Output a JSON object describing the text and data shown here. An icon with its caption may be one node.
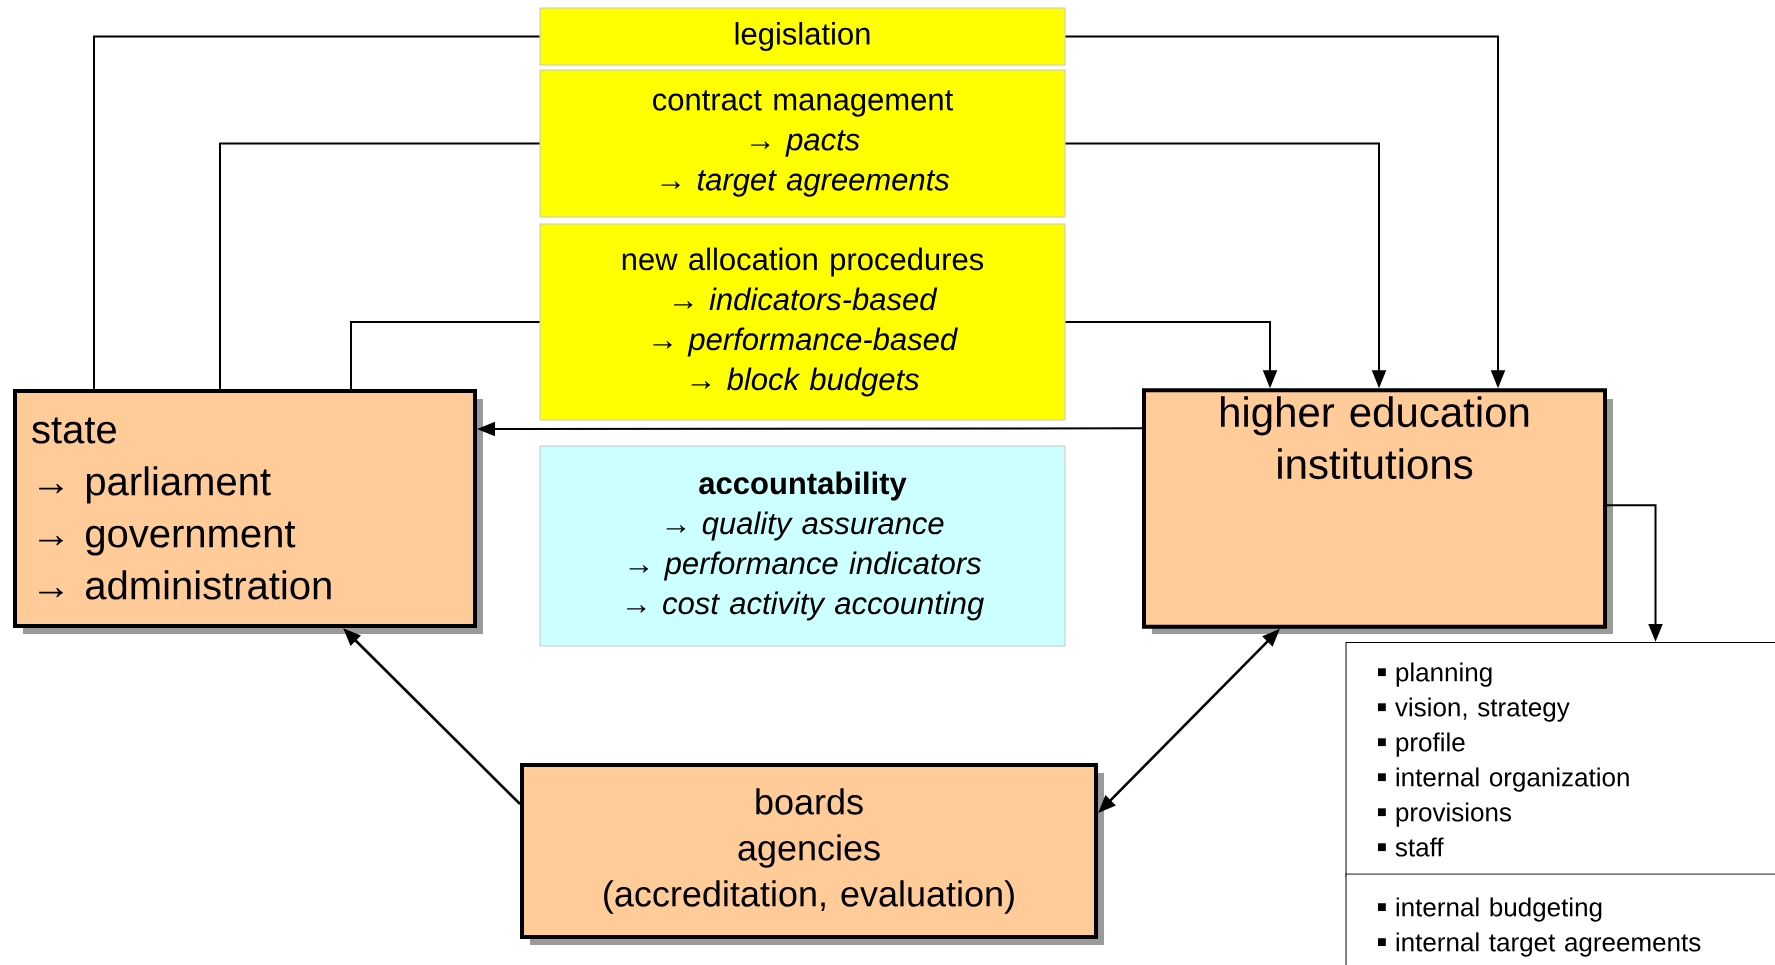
{
  "diagram": {
    "nodes": [
      {
        "text": [
          "legislation"
        ]
      },
      {
        "text": [
          "contract management",
          "→ *pacts*",
          "→ *target agreements*"
        ]
      },
      {
        "text": [
          "new allocation procedures",
          "→ *indicators-based*",
          "→ *performance-based*",
          "→ *block budgets*"
        ]
      },
      {
        "text": [
          "state",
          "→ parliament",
          "→ government",
          "→ administration"
        ]
      },
      {
        "text": [
          "higher education institutions"
        ]
      },
      {
        "text": [
          "accountability",
          "→ *quality assurance*",
          "→ *performance indicators*",
          "→ *cost activity accounting*"
        ]
      },
      {
        "text": [
          "boards",
          "agencies",
          "(accreditation, evaluation)"
        ]
      },
      {
        "text": [
          "planning",
          "vision, strategy",
          "profile",
          "internal organization",
          "provisions",
          "staff"
        ]
      },
      {
        "text": [
          "internal budgeting",
          "internal target agreements"
        ]
      }
    ],
    "edges": [
      {
        "from": 3,
        "to": 0,
        "arrow": "none"
      },
      {
        "from": 0,
        "to": 4,
        "arrow": "to"
      },
      {
        "from": 3,
        "to": 1,
        "arrow": "none"
      },
      {
        "from": 1,
        "to": 4,
        "arrow": "to"
      },
      {
        "from": 3,
        "to": 2,
        "arrow": "none"
      },
      {
        "from": 2,
        "to": 4,
        "arrow": "to"
      },
      {
        "from": 4,
        "to": 3,
        "arrow": "to"
      },
      {
        "from": 6,
        "to": 3,
        "arrow": "to"
      },
      {
        "from": 6,
        "to": 4,
        "arrow": "both"
      },
      {
        "from": 4,
        "to": 7,
        "arrow": "to"
      }
    ]
  }
}
